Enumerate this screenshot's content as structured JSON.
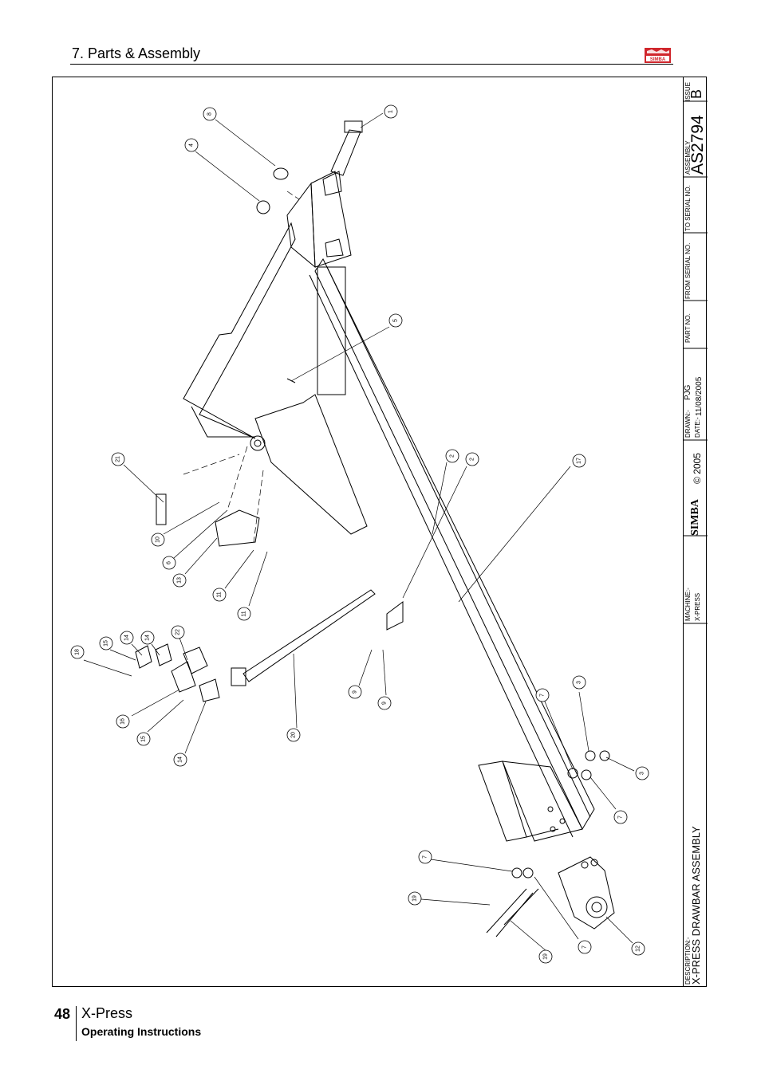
{
  "header": {
    "section_title": "7. Parts & Assembly",
    "logo_text": "SIMBA"
  },
  "title_block": {
    "issue_label": "ISSUE",
    "issue_value": "B",
    "assembly_label": "ASSEMBLY",
    "assembly_number": "AS2794",
    "to_serial_label": "TO SERIAL NO.",
    "from_serial_label": "FROM SERIAL NO.",
    "part_no_label": "PART NO.",
    "drawn_label": "DRAWN:-",
    "drawn_value": "PJG",
    "date_label": "DATE:-",
    "date_value": "11/08/2005",
    "copyright": "© 2005",
    "brand": "SIMBA",
    "machine_label": "MACHINE:-",
    "machine_value": "X-PRESS",
    "description_label": "DESCRIPTION:-",
    "description_value": "X-PRESS DRAWBAR ASSEMBLY"
  },
  "balloons": [
    {
      "n": "1"
    },
    {
      "n": "8"
    },
    {
      "n": "4"
    },
    {
      "n": "5"
    },
    {
      "n": "21"
    },
    {
      "n": "10"
    },
    {
      "n": "6"
    },
    {
      "n": "13"
    },
    {
      "n": "11"
    },
    {
      "n": "11"
    },
    {
      "n": "2"
    },
    {
      "n": "2"
    },
    {
      "n": "17"
    },
    {
      "n": "22"
    },
    {
      "n": "14"
    },
    {
      "n": "14"
    },
    {
      "n": "15"
    },
    {
      "n": "18"
    },
    {
      "n": "16"
    },
    {
      "n": "15"
    },
    {
      "n": "14"
    },
    {
      "n": "20"
    },
    {
      "n": "9"
    },
    {
      "n": "9"
    },
    {
      "n": "7"
    },
    {
      "n": "3"
    },
    {
      "n": "3"
    },
    {
      "n": "7"
    },
    {
      "n": "7"
    },
    {
      "n": "19"
    },
    {
      "n": "19"
    },
    {
      "n": "7"
    },
    {
      "n": "12"
    }
  ],
  "footer": {
    "page_number": "48",
    "product": "X-Press",
    "subtitle": "Operating Instructions"
  },
  "colors": {
    "logo_red": "#d0262c",
    "line": "#000000"
  }
}
